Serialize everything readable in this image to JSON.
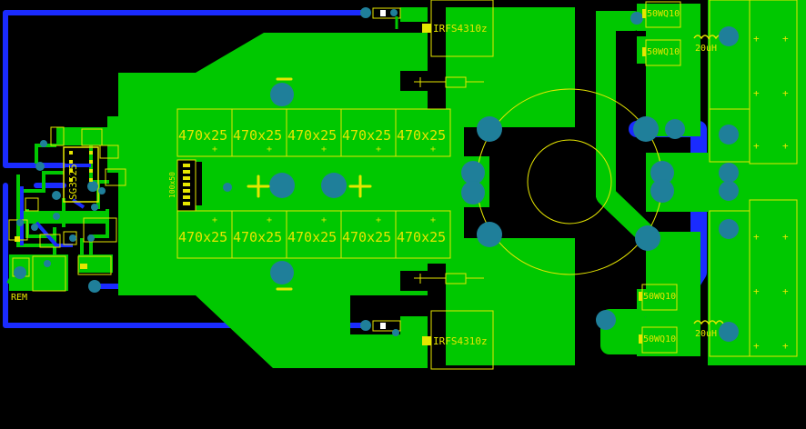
{
  "colors": {
    "background": "#000000",
    "copper_top": "#00c800",
    "copper_bottom": "#1a2bff",
    "silkscreen": "#e6e600",
    "pad": "#1f7f9a",
    "white": "#ffffff"
  },
  "labels": {
    "ic": "SG3525",
    "remote": "REM",
    "mosfet_top": "IRFS4310z",
    "mosfet_bottom": "IRFS4310z",
    "diode_1": "50WQ10",
    "diode_2": "50WQ10",
    "diode_3": "50WQ10",
    "diode_4": "50WQ10",
    "inductor_top": "20uH",
    "inductor_bottom": "20uH",
    "small_cap": "100x50",
    "cap_rating": "470x25",
    "plus": "+"
  }
}
